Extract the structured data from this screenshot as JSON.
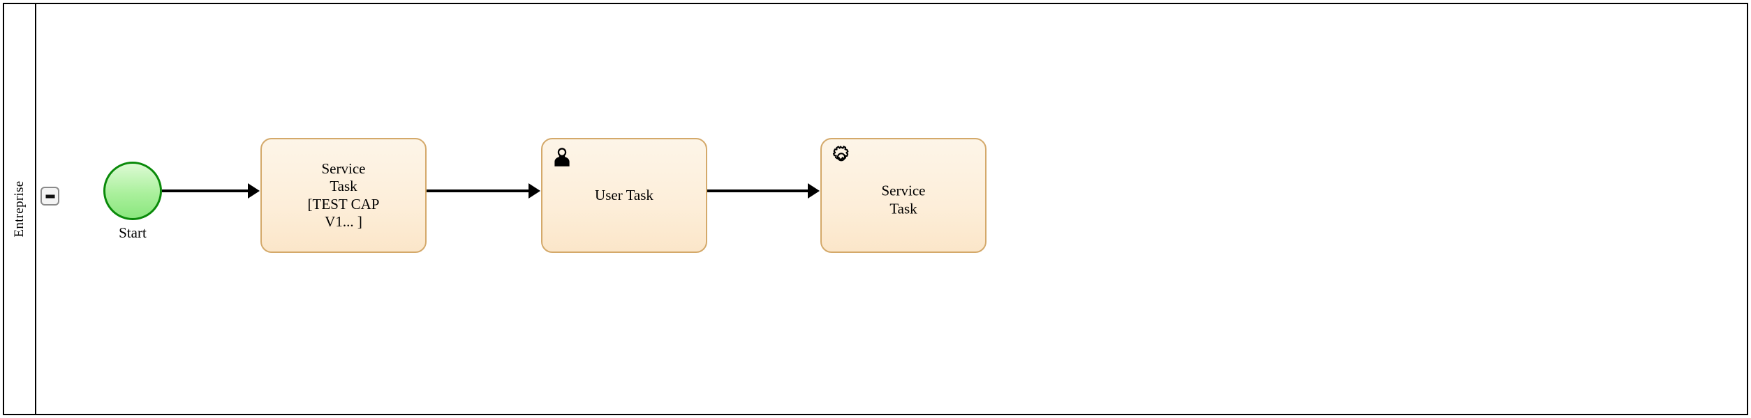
{
  "diagram": {
    "type": "bpmn-process-diagram",
    "pool": {
      "lane_label": "Entreprise",
      "collapse_toggle": {
        "name": "collapse-lane-toggle",
        "state": "expanded",
        "glyph": "minus"
      }
    },
    "nodes": [
      {
        "id": "start",
        "kind": "start-event",
        "label": "Start",
        "icon": null,
        "fill_top": "#ddfad4",
        "fill_bottom": "#8ae67e",
        "stroke": "#0a8a0a"
      },
      {
        "id": "task-1",
        "kind": "service-task",
        "label": "Service\nTask\n[TEST CAP\nV1... ]",
        "icon": null,
        "fill": "#fdeed9",
        "stroke": "#d4a96a"
      },
      {
        "id": "task-2",
        "kind": "user-task",
        "label": "User Task",
        "icon": "user-icon",
        "fill": "#fdeed9",
        "stroke": "#d4a96a"
      },
      {
        "id": "task-3",
        "kind": "service-task",
        "label": "Service\nTask",
        "icon": "gear-icon",
        "fill": "#fdeed9",
        "stroke": "#d4a96a"
      }
    ],
    "flows": [
      {
        "id": "flow-1",
        "from": "start",
        "to": "task-1"
      },
      {
        "id": "flow-2",
        "from": "task-1",
        "to": "task-2"
      },
      {
        "id": "flow-3",
        "from": "task-2",
        "to": "task-3"
      }
    ],
    "colors": {
      "pool_border": "#000000",
      "canvas_background": "#ffffff",
      "flow_stroke": "#000000",
      "toggle_border": "#8a8a8a",
      "toggle_fill": "#f4f4f4"
    }
  }
}
